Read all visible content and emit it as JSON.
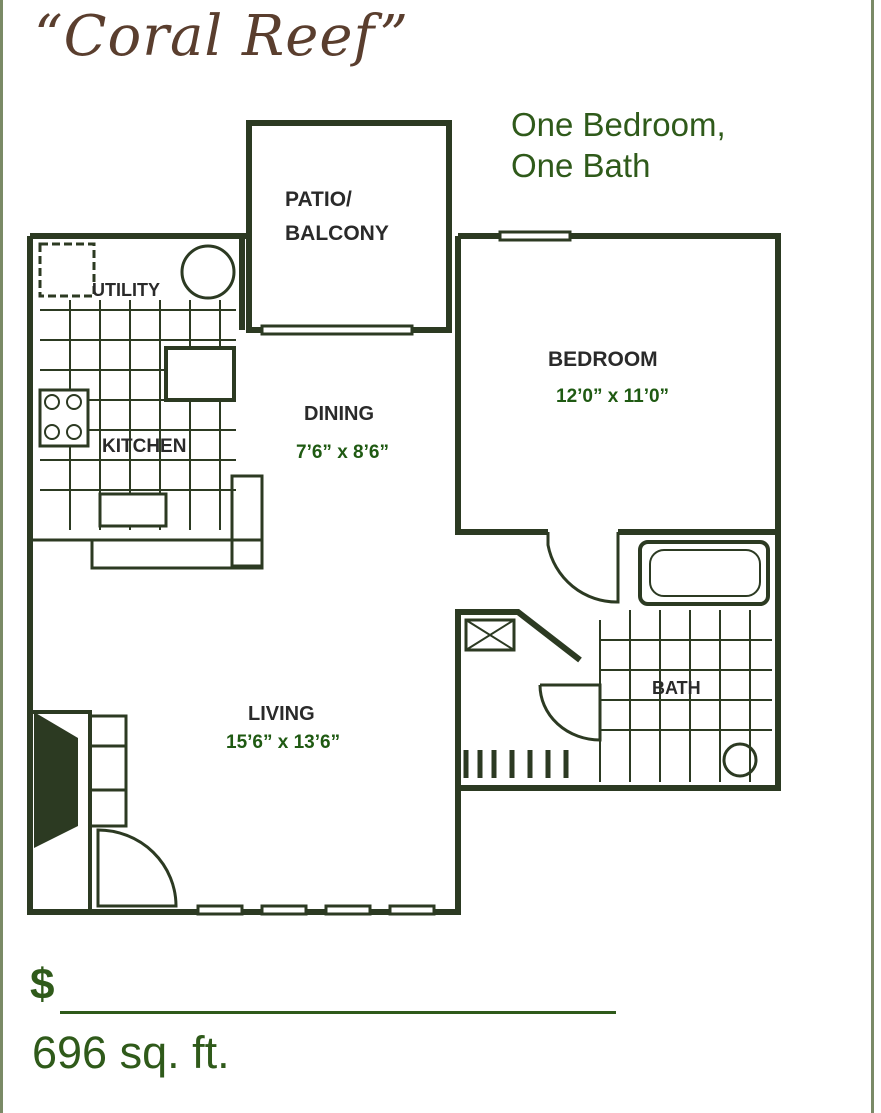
{
  "title": "“Coral Reef”",
  "subtitle": [
    "One Bedroom,",
    "One Bath"
  ],
  "rooms": {
    "patio_line1": "PATIO/",
    "patio_line2": "BALCONY",
    "utility": "UTILITY",
    "kitchen": "KITCHEN",
    "dining": "DINING",
    "dining_dim": "7’6” x 8’6”",
    "bedroom": "BEDROOM",
    "bedroom_dim": "12’0” x 11’0”",
    "bath": "BATH",
    "living": "LIVING",
    "living_dim": "15’6” x 13’6”"
  },
  "price_symbol": "$",
  "sqft": "696 sq. ft.",
  "colors": {
    "wall": "#2c3a22",
    "accent_text": "#2f5a1a",
    "title": "#5a3e2e",
    "frame": "#7a8a66"
  }
}
